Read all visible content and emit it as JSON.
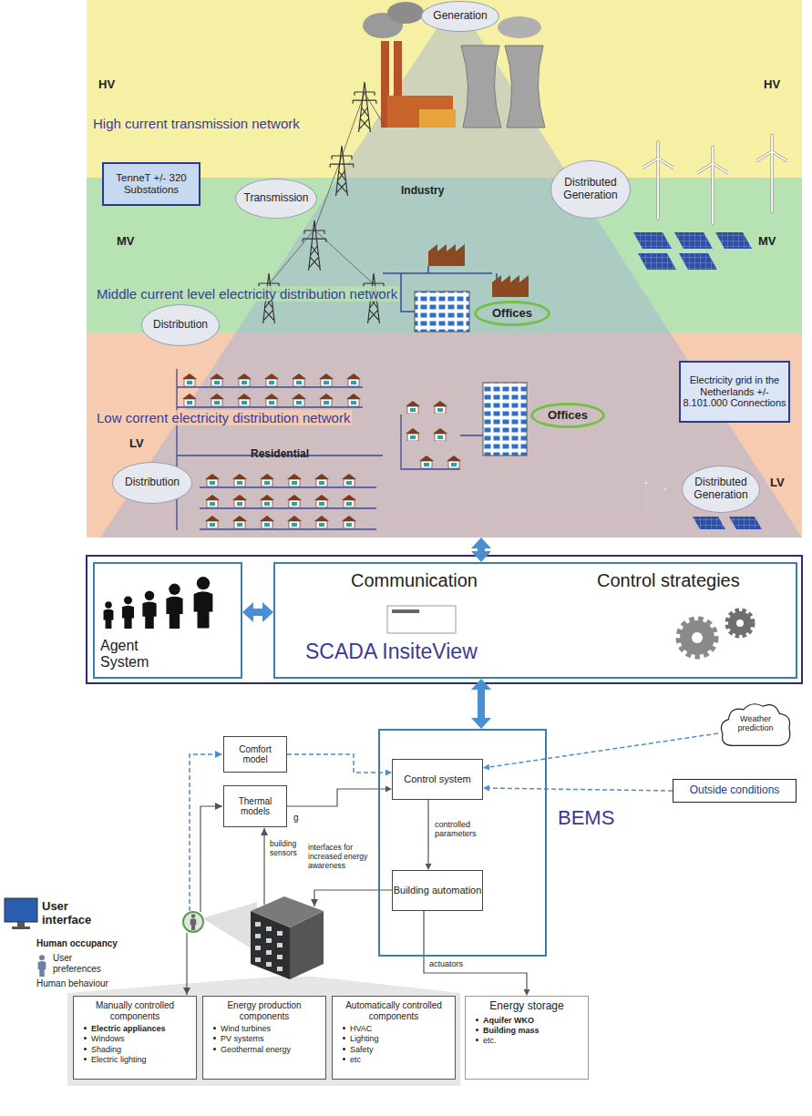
{
  "diagram": {
    "nodes": [
      {
        "text": [
          "HV",
          "HV",
          "High current transmission network"
        ]
      },
      {
        "text": [
          "Generation"
        ],
        "in": 0
      },
      {
        "text": [
          "TenneT +/- 320 Substations"
        ],
        "in": 0
      },
      {
        "text": [
          "MV",
          "MV",
          "Middle current level electricity distribution network"
        ]
      },
      {
        "text": [
          "Transmission"
        ],
        "in": 3
      },
      {
        "text": [
          "Distributed Generation"
        ],
        "in": 3
      },
      {
        "text": [
          "Distribution"
        ],
        "in": 3
      },
      {
        "text": [
          "Offices"
        ],
        "in": 3
      },
      {
        "text": [
          "Low corrent electricity distribution network",
          "LV",
          "LV"
        ]
      },
      {
        "text": [
          "Electricity grid in the Netherlands +/- 8.101.000 Connections"
        ],
        "in": 8
      },
      {
        "text": [
          "Offices"
        ],
        "in": 8
      },
      {
        "text": [
          "Distribution"
        ],
        "in": 8
      },
      {
        "text": [
          "Distributed Generation"
        ],
        "in": 8
      },
      {
        "text": [
          "Agent System"
        ]
      },
      {
        "text": [
          "Communication",
          "Control strategies",
          "SCADA InsiteView"
        ]
      },
      {
        "text": [
          "Comfort model"
        ]
      },
      {
        "text": [
          "Thermal models"
        ]
      },
      {
        "text": [
          "BEMS"
        ]
      },
      {
        "text": [
          "Control system"
        ],
        "in": 17
      },
      {
        "text": [
          "Building automation"
        ],
        "in": 17
      },
      {
        "text": [
          "Weather prediction"
        ]
      },
      {
        "text": [
          "Outside conditions"
        ]
      },
      {
        "text": [
          "Manually controlled components",
          "Electric appliances",
          "Windows",
          "Shading",
          "Electric lighting"
        ]
      },
      {
        "text": [
          "Energy production components",
          "Wind turbines",
          "PV systems",
          "Geothermal energy"
        ]
      },
      {
        "text": [
          "Automatically controlled components",
          "HVAC",
          "Lighting",
          "Safety",
          "etc"
        ]
      },
      {
        "text": [
          "Energy storage",
          "Aquifer WKO",
          "Building mass",
          "etc."
        ]
      }
    ],
    "edges": [
      {
        "from": 8,
        "to": 14,
        "arrow": "both"
      },
      {
        "from": 13,
        "to": 14,
        "arrow": "both"
      },
      {
        "from": 14,
        "to": 17,
        "arrow": "both"
      },
      {
        "from": 15,
        "to": 18,
        "arrow": "to"
      },
      {
        "from": 16,
        "to": 18,
        "arrow": "to"
      },
      {
        "from": 18,
        "to": 19,
        "label": "controlled parameters",
        "arrow": "to"
      },
      {
        "from": 20,
        "to": 18,
        "arrow": "to"
      },
      {
        "from": 21,
        "to": 18,
        "arrow": "to"
      },
      {
        "from": 19,
        "to": 25,
        "label": "actuators",
        "arrow": "to"
      }
    ],
    "labels": [
      "Industry",
      "Residential",
      "g",
      "building sensors",
      "interfaces for increased energy awareness",
      "User interface",
      "Human occupancy",
      "User preferences",
      "Human behaviour"
    ]
  }
}
